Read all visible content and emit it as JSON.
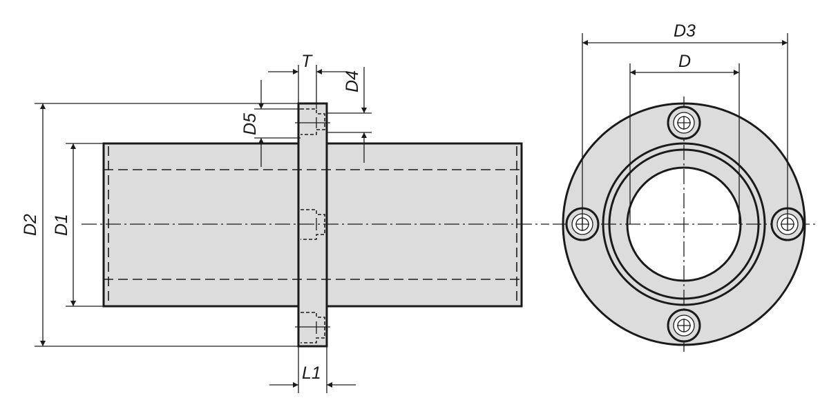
{
  "drawing": {
    "title": "Flanged linear bushing technical drawing",
    "fill_color": "#dcdcdc",
    "line_color": "#1a1a1a",
    "dimensions": {
      "D2": "D2",
      "D1": "D1",
      "D5": "D5",
      "T": "T",
      "D4": "D4",
      "L1": "L1",
      "D3": "D3",
      "D": "D"
    }
  }
}
